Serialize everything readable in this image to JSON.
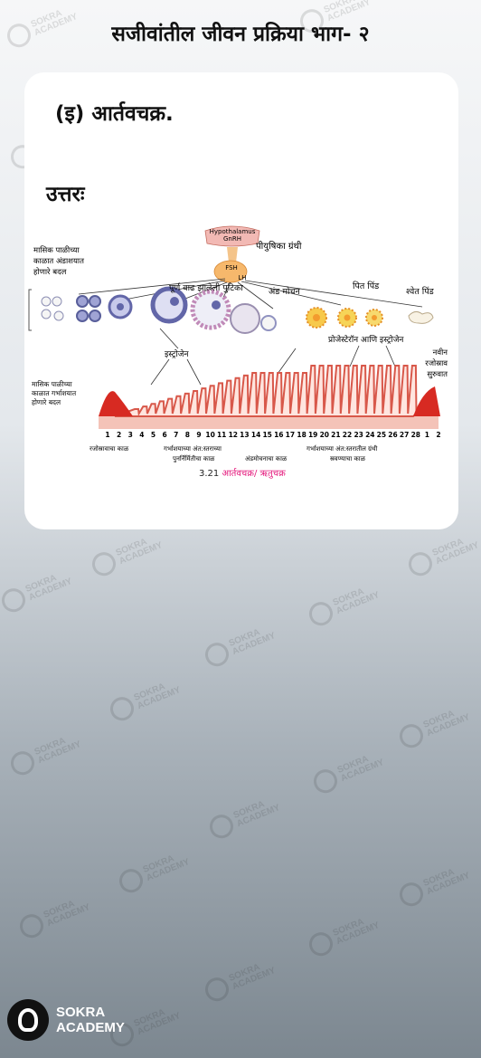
{
  "page": {
    "title": "सजीवांतील जीवन प्रक्रिया भाग- २"
  },
  "card": {
    "subtitle": "(इ) आर्तवचक्र.",
    "answer_label": "उत्तरः"
  },
  "figure": {
    "hypothalamus": "Hypothalamus",
    "gnrh": "GnRH",
    "fsh": "FSH",
    "lh": "LH",
    "pituitary": "पीयुषिका ग्रंथी",
    "ovary_changes": [
      "मासिक पाळीच्या",
      "काळात अंडाशयात",
      "होणारे बदल"
    ],
    "mature_follicle": "पूर्ण वाढ झालेली पुटिका",
    "ovulation": "अंड मोचन",
    "corpus_luteum": "पित पिंड",
    "corpus_albicans": "श्वेत पिंड",
    "estrogen": "इस्ट्रोजेन",
    "progesterone_estrogen": "प्रोजेस्टेरॉन आणि इस्ट्रोजेन",
    "new_menses": [
      "नवीन",
      "रजोस्राव",
      "सुरुवात"
    ],
    "uterus_changes": [
      "मासिक पाळीच्या",
      "काळात गर्भाशयात",
      "होणारे बदल"
    ],
    "days": [
      "1",
      "2",
      "3",
      "4",
      "5",
      "6",
      "7",
      "8",
      "9",
      "10",
      "11",
      "12",
      "13",
      "14",
      "15",
      "16",
      "17",
      "18",
      "19",
      "20",
      "21",
      "22",
      "23",
      "24",
      "25",
      "26",
      "27",
      "28",
      "1",
      "2"
    ],
    "phase_menstrual": "रजोस्रावाचा काळ",
    "phase_regen": [
      "गर्भाशयाच्या अंत:स्तराच्या",
      "पुनर्निर्मितीचा काळ"
    ],
    "phase_ovulation": "अंडमोचनाचा काळ",
    "phase_secretory": [
      "गर्भाशयाच्या अंत:स्तरातील ग्रंथी",
      "स्रवण्याचा काळ"
    ],
    "caption_num": "3.21 ",
    "caption_text": "आर्तवचक्र/ ऋतुचक्र"
  },
  "watermark": {
    "line1": "SOKRA",
    "line2": "ACADEMY"
  },
  "logo": {
    "line1": "SOKRA",
    "line2": "ACADEMY"
  }
}
